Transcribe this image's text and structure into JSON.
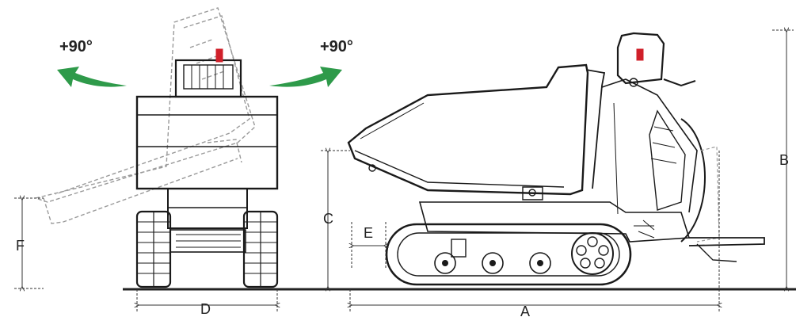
{
  "rotation_labels": {
    "left": "+90°",
    "right": "+90°"
  },
  "dimensions": {
    "A": "A",
    "B": "B",
    "C": "C",
    "D": "D",
    "E": "E",
    "F": "F"
  },
  "colors": {
    "line": "#1a1a1a",
    "ghost": "#9a9a9a",
    "arrow_green": "#2e9a4a",
    "handle_red": "#d0202a",
    "ground": "#222222"
  }
}
